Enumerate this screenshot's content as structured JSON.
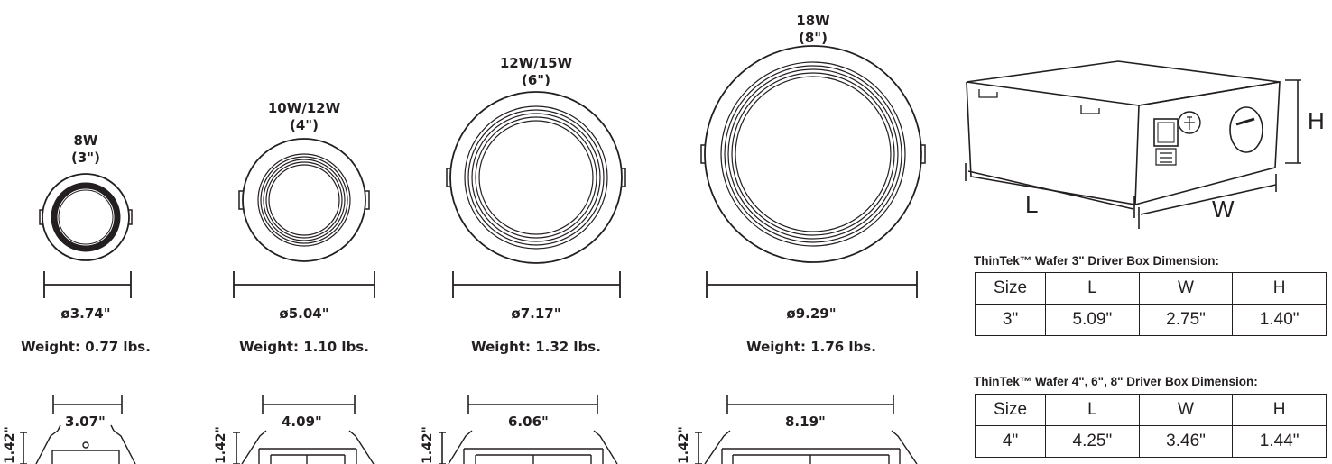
{
  "fixtures": [
    {
      "watt": "8W",
      "size": "(3\")",
      "diameter": "ø3.74\"",
      "weight": "Weight: 0.77 lbs.",
      "inner": "3.07\"",
      "height": "1.42\""
    },
    {
      "watt": "10W/12W",
      "size": "(4\")",
      "diameter": "ø5.04\"",
      "weight": "Weight: 1.10 lbs.",
      "inner": "4.09\"",
      "height": "1.42\""
    },
    {
      "watt": "12W/15W",
      "size": "(6\")",
      "diameter": "ø7.17\"",
      "weight": "Weight: 1.32 lbs.",
      "inner": "6.06\"",
      "height": "1.42\""
    },
    {
      "watt": "18W",
      "size": "(8\")",
      "diameter": "ø9.29\"",
      "weight": "Weight: 1.76 lbs.",
      "inner": "8.19\"",
      "height": "1.42\""
    }
  ],
  "driver_box": {
    "label_l": "L",
    "label_w": "W",
    "label_h": "H"
  },
  "table1": {
    "title": "ThinTek™ Wafer 3\" Driver Box Dimension:",
    "header": [
      "Size",
      "L",
      "W",
      "H"
    ],
    "row": [
      "3\"",
      "5.09\"",
      "2.75\"",
      "1.40\""
    ]
  },
  "table2": {
    "title": "ThinTek™ Wafer 4\", 6\", 8\" Driver Box Dimension:",
    "header": [
      "Size",
      "L",
      "W",
      "H"
    ],
    "row": [
      "4\"",
      "4.25\"",
      "3.46\"",
      "1.44\""
    ]
  }
}
